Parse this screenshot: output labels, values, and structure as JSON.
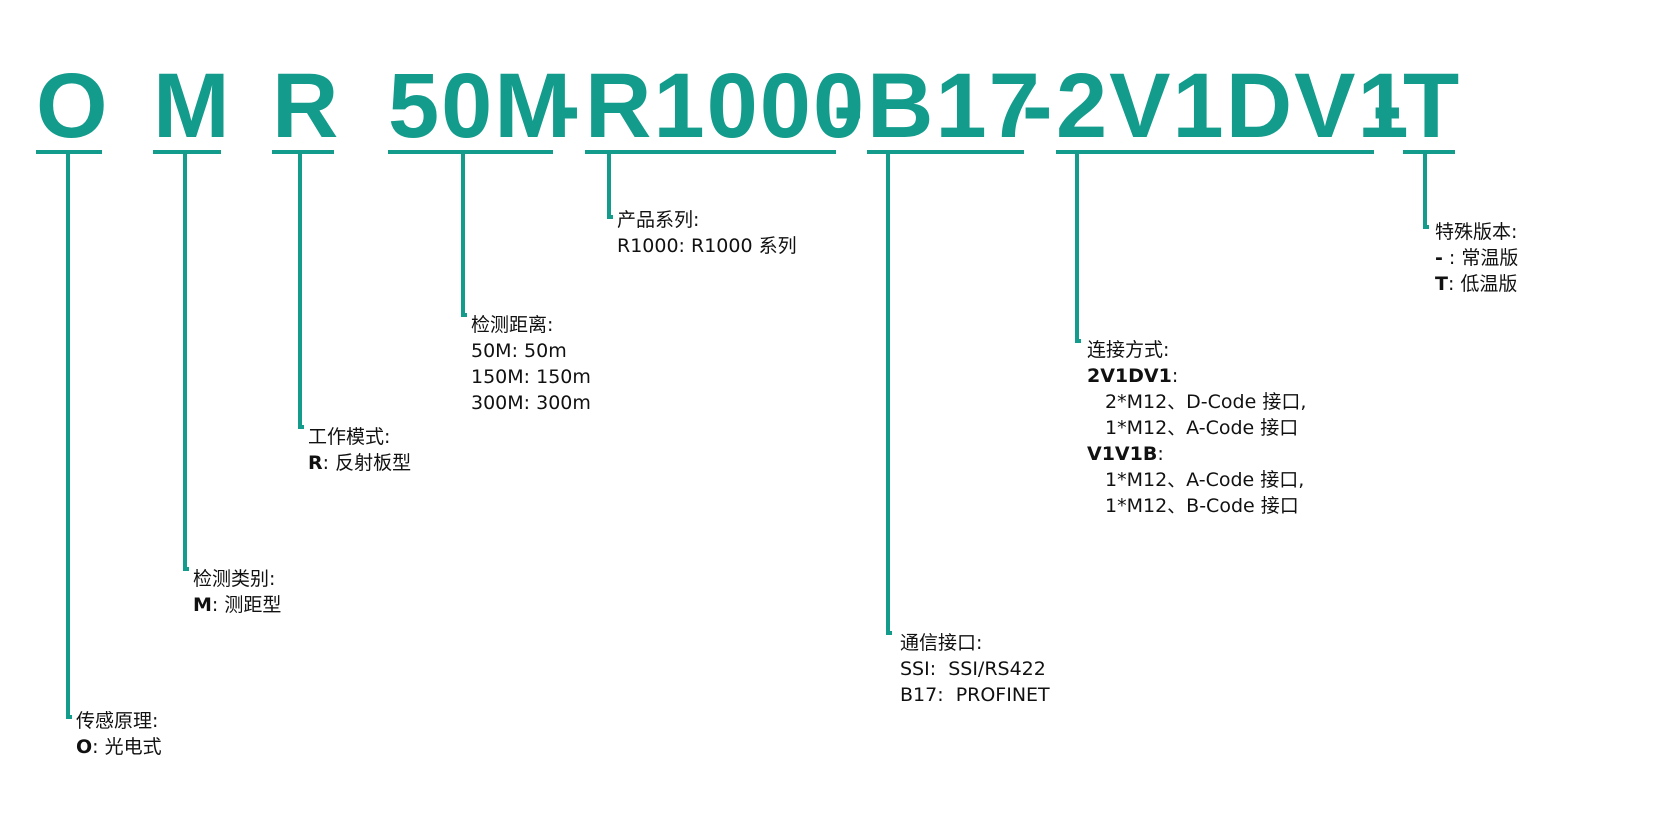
{
  "code": {
    "o": "O",
    "m": "M",
    "r": "R",
    "range": "50M",
    "dash1": "-",
    "series": "R1000",
    "dash2": "-",
    "interface": "B17",
    "dash3": "-",
    "connection": "2V1DV1",
    "dash4": "-",
    "special": "T"
  },
  "accent_color": "#139c8c",
  "descriptions": {
    "sensing": {
      "title": "传感原理:",
      "rows": [
        {
          "key": "O",
          "sep": ": ",
          "val": "光电式"
        }
      ]
    },
    "detect_type": {
      "title": "检测类别:",
      "rows": [
        {
          "key": "M",
          "sep": ": ",
          "val": "测距型"
        }
      ]
    },
    "mode": {
      "title": "工作模式:",
      "rows": [
        {
          "key": "R",
          "sep": ": ",
          "val": "反射板型"
        }
      ]
    },
    "distance": {
      "title": "检测距离:",
      "rows": [
        "50M: 50m",
        "150M: 150m",
        "300M: 300m"
      ]
    },
    "series": {
      "title": "产品系列:",
      "rows": [
        "R1000: R1000 系列"
      ]
    },
    "comm": {
      "title": "通信接口:",
      "rows": [
        "SSI:  SSI/RS422",
        "B17:  PROFINET"
      ]
    },
    "connection": {
      "title": "连接方式:",
      "groups": [
        {
          "key": "2V1DV1",
          "sep": ":",
          "rows": [
            "2*M12、D-Code 接口,",
            "1*M12、A-Code 接口"
          ]
        },
        {
          "key": "V1V1B",
          "sep": ":",
          "rows": [
            "1*M12、A-Code 接口,",
            "1*M12、B-Code 接口"
          ]
        }
      ]
    },
    "special": {
      "title": "特殊版本:",
      "rows": [
        {
          "key": "-",
          "sep": " : ",
          "val": "常温版"
        },
        {
          "key": "T",
          "sep": ": ",
          "val": "低温版"
        }
      ]
    }
  }
}
